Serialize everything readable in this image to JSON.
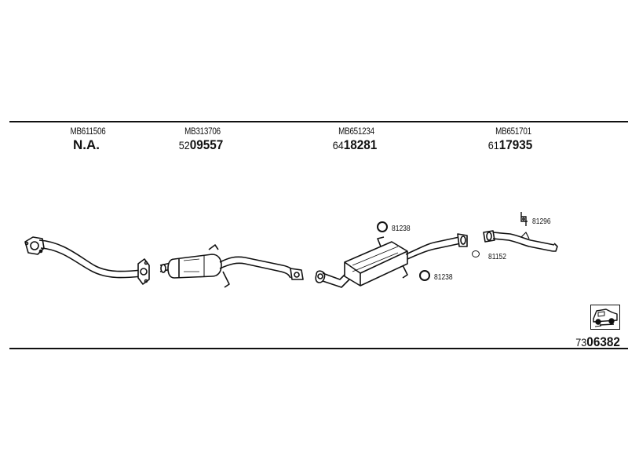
{
  "columns": [
    {
      "oe_number": "MB611506",
      "part_prefix": "",
      "part_number": "N.A."
    },
    {
      "oe_number": "MB313706",
      "part_prefix": "52",
      "part_number": "09557"
    },
    {
      "oe_number": "MB651234",
      "part_prefix": "64",
      "part_number": "18281"
    },
    {
      "oe_number": "MB651701",
      "part_prefix": "61",
      "part_number": "17935"
    }
  ],
  "accessories": [
    {
      "code": "81238",
      "symbol": "ring-icon"
    },
    {
      "code": "81238",
      "symbol": "ring-icon"
    },
    {
      "code": "81296",
      "symbol": "clamp-icon"
    },
    {
      "code": "81152",
      "symbol": "gasket-icon"
    }
  ],
  "diagram": {
    "prefix": "73",
    "number": "06382",
    "symbol": "car-icon"
  },
  "colors": {
    "line": "#111111",
    "background": "#ffffff"
  }
}
